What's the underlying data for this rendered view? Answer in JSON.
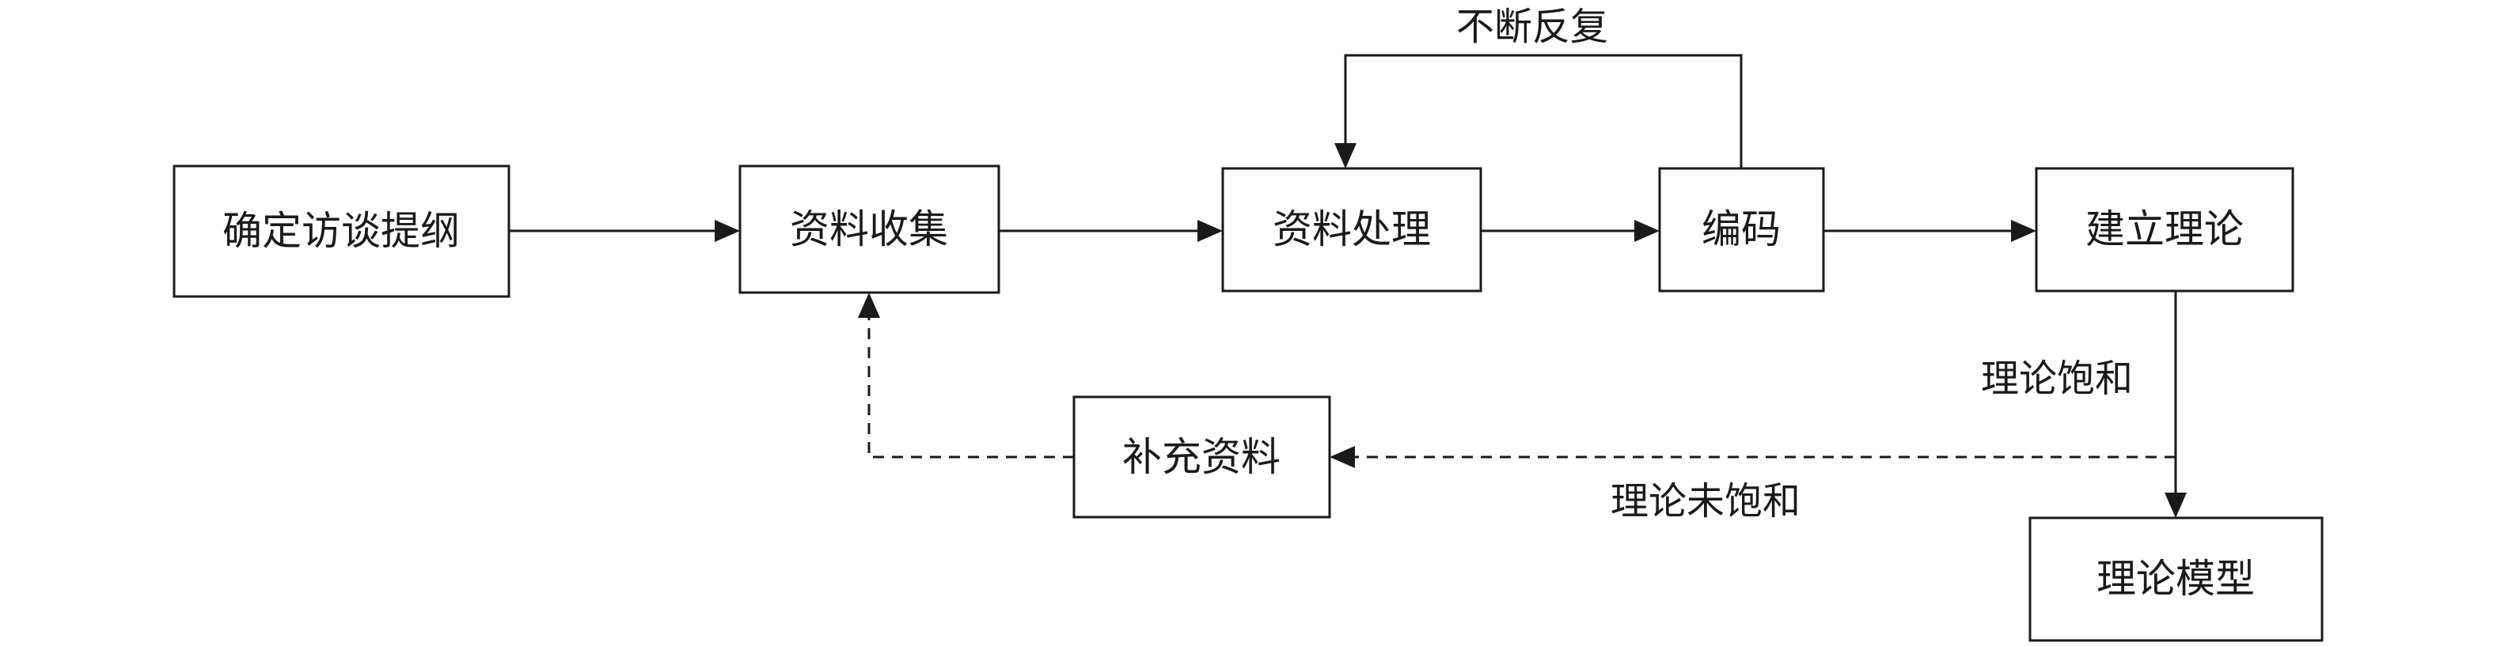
{
  "nodes": {
    "outline": "确定访谈提纲",
    "collect": "资料收集",
    "process": "资料处理",
    "encode": "编码",
    "theory": "建立理论",
    "model": "理论模型",
    "supplement": "补充资料"
  },
  "edge_labels": {
    "repeat": "不断反复",
    "saturated": "理论饱和",
    "unsaturated": "理论未饱和"
  }
}
